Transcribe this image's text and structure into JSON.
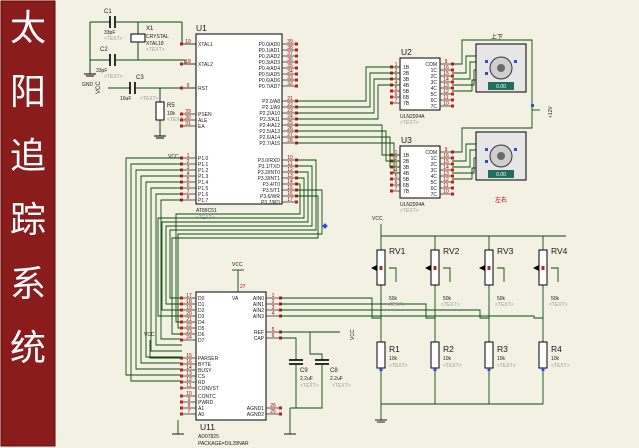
{
  "title": {
    "chars": [
      "太",
      "阳",
      "追",
      "踪",
      "系",
      "统"
    ]
  },
  "components": {
    "c1": {
      "ref": "C1",
      "value": "33pF",
      "text": "<TEXT>"
    },
    "c2": {
      "ref": "C2",
      "value": "33pF",
      "text": "<TEXT>"
    },
    "x1": {
      "ref": "X1",
      "model": "CRYSTAL",
      "value": "XTAL18",
      "text": "<TEXT>"
    },
    "c3": {
      "ref": "C3",
      "value": "10uF",
      "text": "<TEXT>"
    },
    "r5": {
      "ref": "R5",
      "value": "10k",
      "text": "<TEXT>"
    },
    "u1": {
      "ref": "U1",
      "model": "AT89C51",
      "text": "<TEXT>",
      "left_pins": [
        {
          "num": "19",
          "name": "XTAL1"
        },
        {
          "num": "18",
          "name": "XTAL2"
        },
        {
          "num": "9",
          "name": "RST"
        },
        {
          "num": "29",
          "name": "PSEN"
        },
        {
          "num": "30",
          "name": "ALE"
        },
        {
          "num": "31",
          "name": "EA"
        },
        {
          "num": "1",
          "name": "P1.0"
        },
        {
          "num": "2",
          "name": "P1.1"
        },
        {
          "num": "3",
          "name": "P1.2"
        },
        {
          "num": "4",
          "name": "P1.3"
        },
        {
          "num": "5",
          "name": "P1.4"
        },
        {
          "num": "6",
          "name": "P1.5"
        },
        {
          "num": "7",
          "name": "P1.6"
        },
        {
          "num": "8",
          "name": "P1.7"
        }
      ],
      "right_pins": [
        {
          "num": "39",
          "name": "P0.0/AD0"
        },
        {
          "num": "38",
          "name": "P0.1/AD1"
        },
        {
          "num": "37",
          "name": "P0.2/AD2"
        },
        {
          "num": "36",
          "name": "P0.3/AD3"
        },
        {
          "num": "35",
          "name": "P0.4/AD4"
        },
        {
          "num": "34",
          "name": "P0.5/AD5"
        },
        {
          "num": "33",
          "name": "P0.6/AD6"
        },
        {
          "num": "32",
          "name": "P0.7/AD7"
        },
        {
          "num": "21",
          "name": "P2.0/A8"
        },
        {
          "num": "22",
          "name": "P2.1/A9"
        },
        {
          "num": "23",
          "name": "P2.2/A10"
        },
        {
          "num": "24",
          "name": "P2.3/A11"
        },
        {
          "num": "25",
          "name": "P2.4/A12"
        },
        {
          "num": "26",
          "name": "P2.5/A13"
        },
        {
          "num": "27",
          "name": "P2.6/A14"
        },
        {
          "num": "28",
          "name": "P2.7/A15"
        },
        {
          "num": "10",
          "name": "P3.0/RXD"
        },
        {
          "num": "11",
          "name": "P3.1/TXD"
        },
        {
          "num": "12",
          "name": "P3.2/INT0"
        },
        {
          "num": "13",
          "name": "P3.3/INT1"
        },
        {
          "num": "14",
          "name": "P3.4/T0"
        },
        {
          "num": "15",
          "name": "P3.5/T1"
        },
        {
          "num": "16",
          "name": "P3.6/WR"
        },
        {
          "num": "17",
          "name": "P3.7/RD"
        }
      ]
    },
    "u2": {
      "ref": "U2",
      "model": "ULN2004A",
      "text": "<TEXT>",
      "left_pins": [
        {
          "num": "1",
          "name": "1B"
        },
        {
          "num": "2",
          "name": "2B"
        },
        {
          "num": "3",
          "name": "3B"
        },
        {
          "num": "4",
          "name": "4B"
        },
        {
          "num": "5",
          "name": "5B"
        },
        {
          "num": "6",
          "name": "6B"
        },
        {
          "num": "7",
          "name": "7B"
        }
      ],
      "right_pins": [
        {
          "num": "9",
          "name": "COM"
        },
        {
          "num": "16",
          "name": "1C"
        },
        {
          "num": "15",
          "name": "2C"
        },
        {
          "num": "14",
          "name": "3C"
        },
        {
          "num": "13",
          "name": "4C"
        },
        {
          "num": "12",
          "name": "5C"
        },
        {
          "num": "11",
          "name": "6C"
        },
        {
          "num": "10",
          "name": "7C"
        }
      ]
    },
    "u3": {
      "ref": "U3",
      "model": "ULN2004A",
      "text": "<TEXT>",
      "left_pins": [
        {
          "num": "1",
          "name": "1B"
        },
        {
          "num": "2",
          "name": "2B"
        },
        {
          "num": "3",
          "name": "3B"
        },
        {
          "num": "4",
          "name": "4B"
        },
        {
          "num": "5",
          "name": "5B"
        },
        {
          "num": "6",
          "name": "6B"
        },
        {
          "num": "7",
          "name": "7B"
        }
      ],
      "right_pins": [
        {
          "num": "9",
          "name": "COM"
        },
        {
          "num": "16",
          "name": "1C"
        },
        {
          "num": "15",
          "name": "2C"
        },
        {
          "num": "14",
          "name": "3C"
        },
        {
          "num": "13",
          "name": "4C"
        },
        {
          "num": "12",
          "name": "5C"
        },
        {
          "num": "11",
          "name": "6C"
        },
        {
          "num": "10",
          "name": "7C"
        }
      ]
    },
    "motor_top": {
      "label": "上下",
      "readout": "0.00"
    },
    "motor_bottom": {
      "label": "左右",
      "readout": "0.00"
    },
    "u11": {
      "ref": "U11",
      "model": "AD07825",
      "package": "PACKAGE=DIL28NAR",
      "left_pins": [
        {
          "num": "17",
          "name": "D0"
        },
        {
          "num": "18",
          "name": "D1"
        },
        {
          "num": "19",
          "name": "D2"
        },
        {
          "num": "20",
          "name": "D3"
        },
        {
          "num": "21",
          "name": "D4"
        },
        {
          "num": "22",
          "name": "D5"
        },
        {
          "num": "23",
          "name": "D6"
        },
        {
          "num": "24",
          "name": "D7"
        },
        {
          "num": "15",
          "name": "PARSER"
        },
        {
          "num": "16",
          "name": "BYTE"
        },
        {
          "num": "14",
          "name": "BUSY"
        },
        {
          "num": "13",
          "name": "CS"
        },
        {
          "num": "12",
          "name": "RD"
        },
        {
          "num": "11",
          "name": "CONVST"
        },
        {
          "num": "10",
          "name": "CONTC"
        },
        {
          "num": "9",
          "name": "PWRD"
        },
        {
          "num": "8",
          "name": "A1"
        },
        {
          "num": "7",
          "name": "A0"
        }
      ],
      "right_pins": [
        {
          "num": "27",
          "name": "VA"
        },
        {
          "num": "1",
          "name": "AIN0"
        },
        {
          "num": "2",
          "name": "AIN1"
        },
        {
          "num": "3",
          "name": "AIN2"
        },
        {
          "num": "4",
          "name": "AIN3"
        },
        {
          "num": "5",
          "name": "REF"
        },
        {
          "num": "6",
          "name": "CAP"
        },
        {
          "num": "26",
          "name": "AGND1"
        },
        {
          "num": "25",
          "name": "AGND2"
        }
      ]
    },
    "c9": {
      "ref": "C9",
      "value": "2.2uF",
      "text": "<TEXT>"
    },
    "c8": {
      "ref": "C8",
      "value": "2.2uF",
      "text": "<TEXT>"
    },
    "pots": [
      {
        "ref": "RV1",
        "value": "50k",
        "text": "<TEXT>"
      },
      {
        "ref": "RV2",
        "value": "50k",
        "text": "<TEXT>"
      },
      {
        "ref": "RV3",
        "value": "50k",
        "text": "<TEXT>"
      },
      {
        "ref": "RV4",
        "value": "50k",
        "text": "<TEXT>"
      }
    ],
    "resistors": [
      {
        "ref": "R1",
        "value": "10k",
        "text": "<TEXT>"
      },
      {
        "ref": "R2",
        "value": "10k",
        "text": "<TEXT>"
      },
      {
        "ref": "R3",
        "value": "10k",
        "text": "<TEXT>"
      },
      {
        "ref": "R4",
        "value": "10k",
        "text": "<TEXT>"
      }
    ]
  },
  "power": {
    "vcc": "VCC",
    "gnd": "GND",
    "v12": "+12V"
  }
}
